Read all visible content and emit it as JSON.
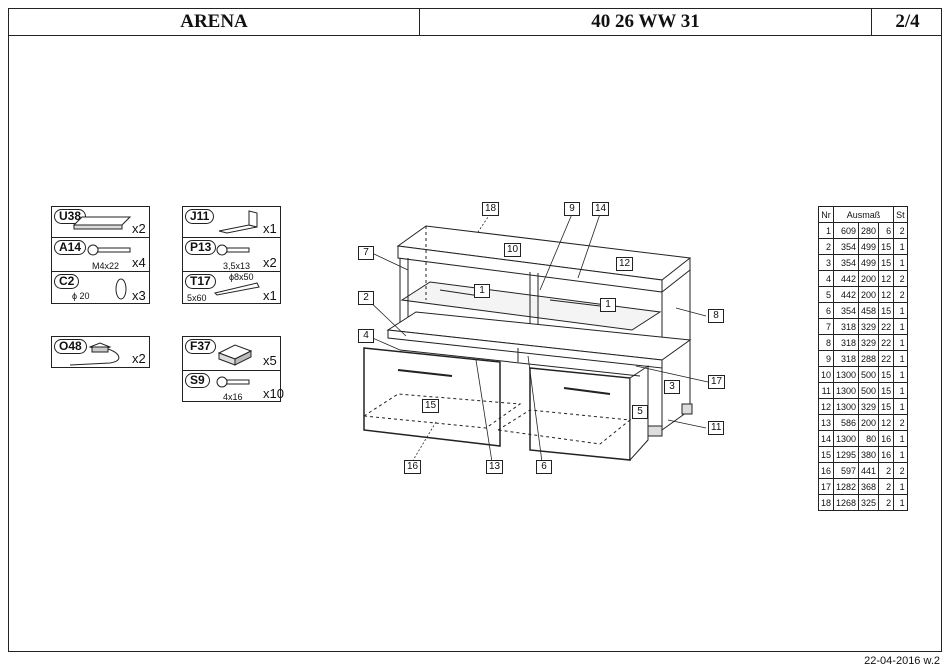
{
  "header": {
    "title": "ARENA",
    "code": "40 26 WW 31",
    "page": "2/4"
  },
  "footer": {
    "date": "22-04-2016 w.2"
  },
  "hardware": {
    "U38": {
      "code": "U38",
      "qty": "x2"
    },
    "A14": {
      "code": "A14",
      "qty": "x4",
      "size": "M4x22"
    },
    "C2": {
      "code": "C2",
      "qty": "x3",
      "size": "ϕ 20"
    },
    "J11": {
      "code": "J11",
      "qty": "x1"
    },
    "P13": {
      "code": "P13",
      "qty": "x2",
      "size": "3,5x13"
    },
    "T17": {
      "code": "T17",
      "qty": "x1",
      "size_top": "ϕ8x50",
      "size": "5x60"
    },
    "O48": {
      "code": "O48",
      "qty": "x2"
    },
    "F37": {
      "code": "F37",
      "qty": "x5"
    },
    "S9": {
      "code": "S9",
      "qty": "x10",
      "size": "4x16"
    }
  },
  "drawing_labels": {
    "l1a": "1",
    "l1b": "1",
    "l2": "2",
    "l3": "3",
    "l4": "4",
    "l5": "5",
    "l6": "6",
    "l7": "7",
    "l8": "8",
    "l9": "9",
    "l10": "10",
    "l11": "11",
    "l12": "12",
    "l13": "13",
    "l14": "14",
    "l15": "15",
    "l16": "16",
    "l17": "17",
    "l18": "18"
  },
  "parts_table": {
    "headers": [
      "Nr",
      "Ausmaß",
      "St"
    ],
    "rows": [
      [
        "1",
        "609",
        "280",
        "6",
        "2"
      ],
      [
        "2",
        "354",
        "499",
        "15",
        "1"
      ],
      [
        "3",
        "354",
        "499",
        "15",
        "1"
      ],
      [
        "4",
        "442",
        "200",
        "12",
        "2"
      ],
      [
        "5",
        "442",
        "200",
        "12",
        "2"
      ],
      [
        "6",
        "354",
        "458",
        "15",
        "1"
      ],
      [
        "7",
        "318",
        "329",
        "22",
        "1"
      ],
      [
        "8",
        "318",
        "329",
        "22",
        "1"
      ],
      [
        "9",
        "318",
        "288",
        "22",
        "1"
      ],
      [
        "10",
        "1300",
        "500",
        "15",
        "1"
      ],
      [
        "11",
        "1300",
        "500",
        "15",
        "1"
      ],
      [
        "12",
        "1300",
        "329",
        "15",
        "1"
      ],
      [
        "13",
        "586",
        "200",
        "12",
        "2"
      ],
      [
        "14",
        "1300",
        "80",
        "16",
        "1"
      ],
      [
        "15",
        "1295",
        "380",
        "16",
        "1"
      ],
      [
        "16",
        "597",
        "441",
        "2",
        "2"
      ],
      [
        "17",
        "1282",
        "368",
        "2",
        "1"
      ],
      [
        "18",
        "1268",
        "325",
        "2",
        "1"
      ]
    ]
  }
}
